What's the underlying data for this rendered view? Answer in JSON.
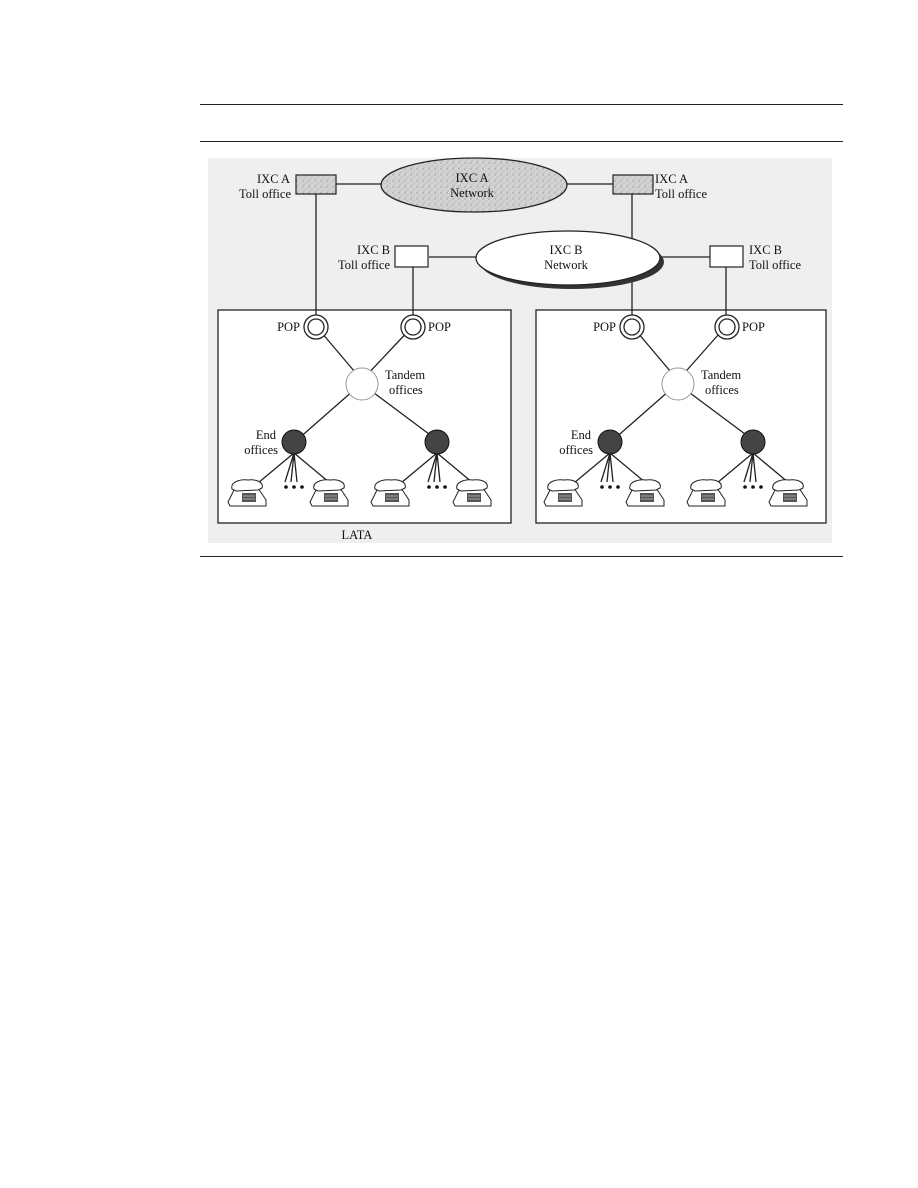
{
  "diagram": {
    "ixc_a_toll_left": [
      "IXC A",
      "Toll office"
    ],
    "ixc_a_toll_right": [
      "IXC A",
      "Toll office"
    ],
    "ixc_a_network": [
      "IXC A",
      "Network"
    ],
    "ixc_b_toll_left": [
      "IXC B",
      "Toll office"
    ],
    "ixc_b_toll_right": [
      "IXC B",
      "Toll office"
    ],
    "ixc_b_network": [
      "IXC B",
      "Network"
    ],
    "pop_label": "POP",
    "tandem_label": [
      "Tandem",
      "offices"
    ],
    "end_label": [
      "End",
      "offices"
    ],
    "lata_label": "LATA",
    "colors": {
      "ixc_a_fill": "#cfcfcf",
      "ixc_b_fill": "#ffffff",
      "end_office_fill": "#444444",
      "tandem_fill": "#ffffff",
      "background": "#efefef"
    }
  }
}
